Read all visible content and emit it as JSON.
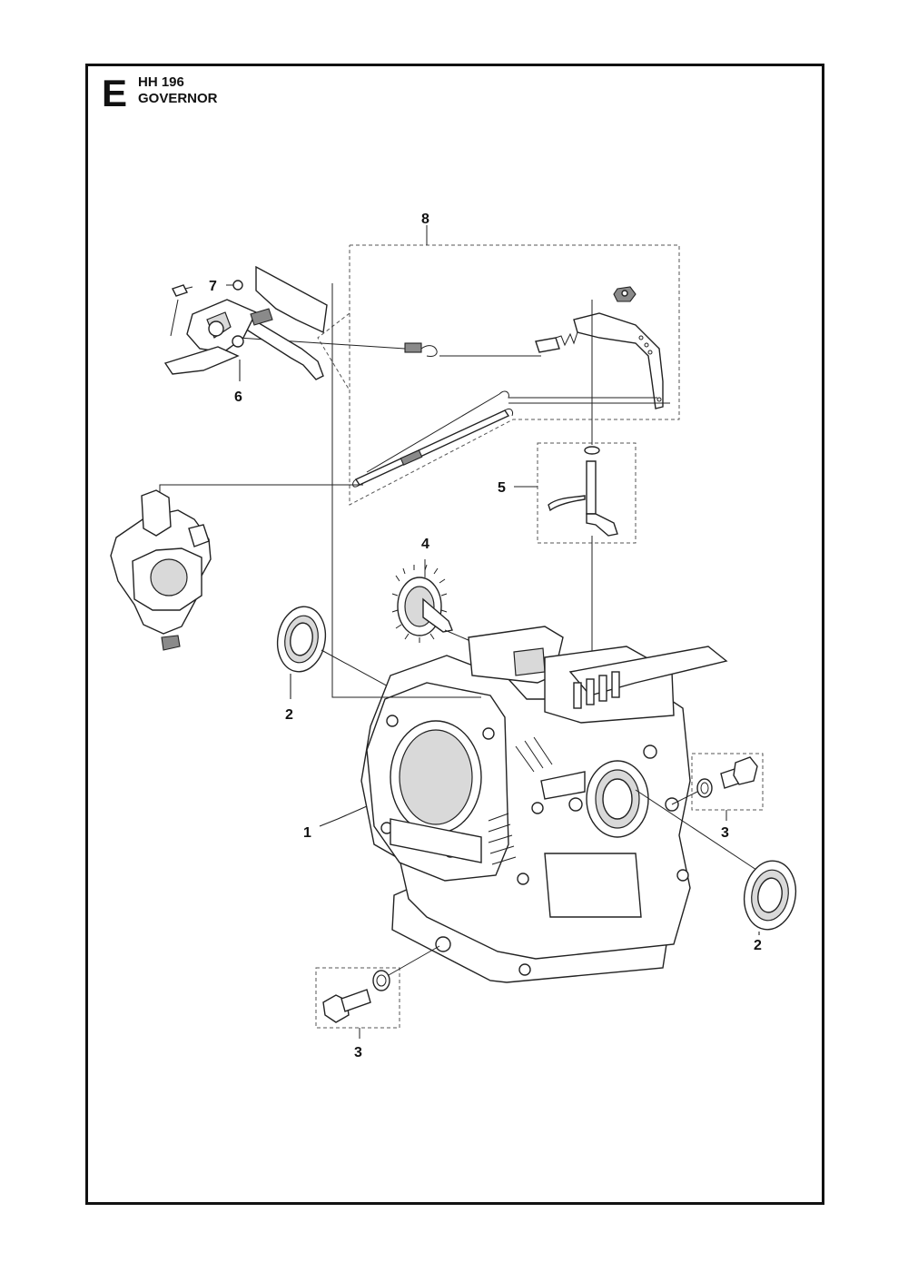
{
  "header": {
    "section_letter": "E",
    "model": "HH 196",
    "title": "GOVERNOR"
  },
  "callouts": {
    "c1": "1",
    "c2a": "2",
    "c2b": "2",
    "c3a": "3",
    "c3b": "3",
    "c4": "4",
    "c5": "5",
    "c6": "6",
    "c7": "7",
    "c8": "8"
  }
}
